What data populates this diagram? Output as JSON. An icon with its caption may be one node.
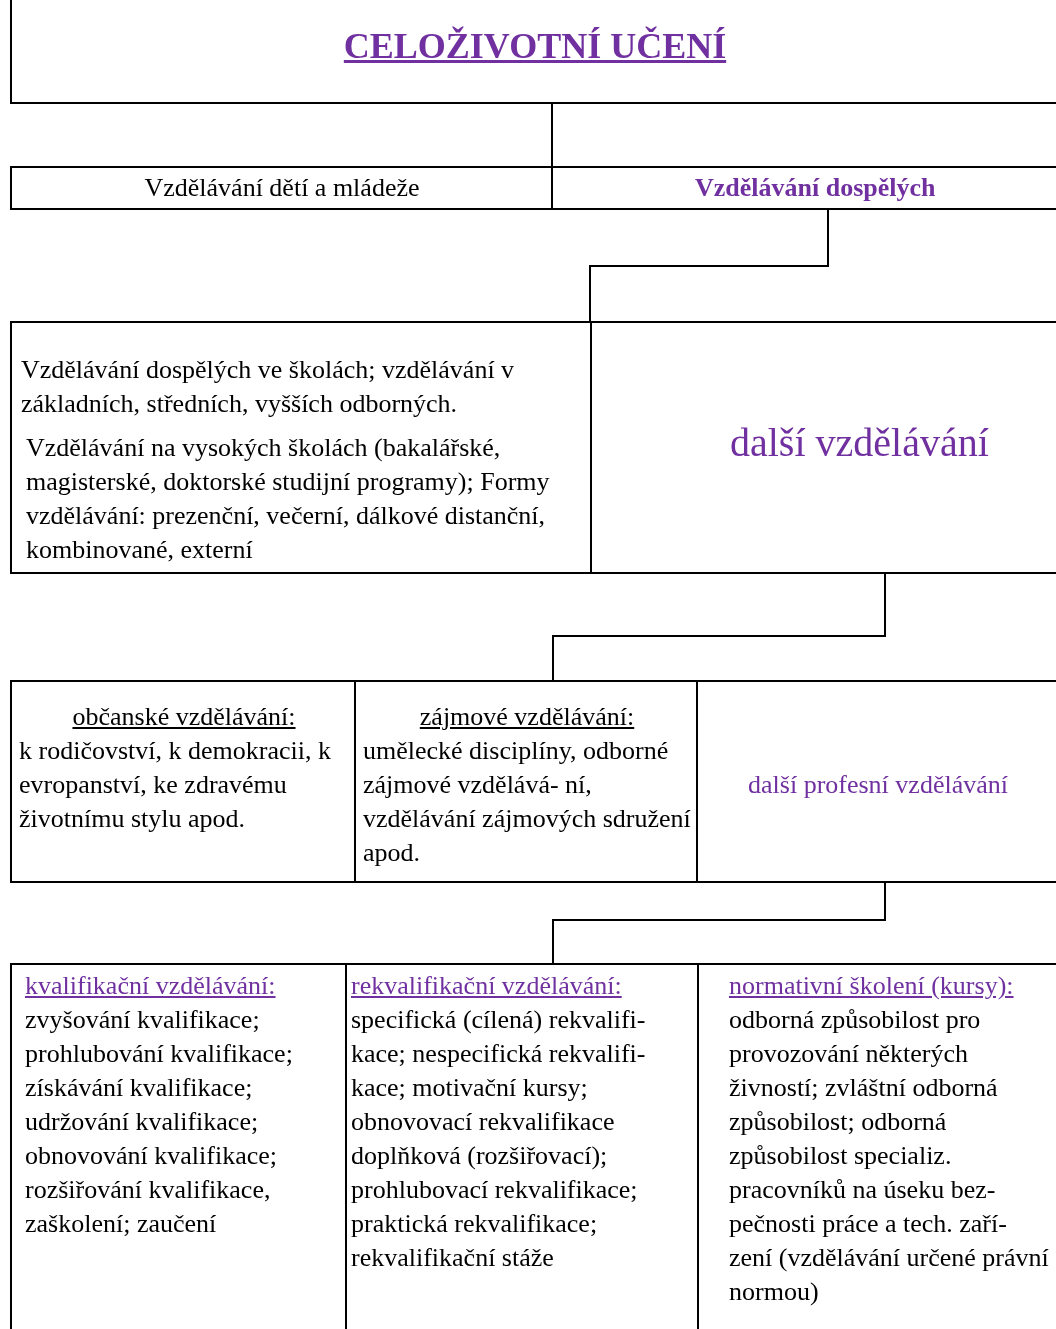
{
  "diagram": {
    "nodes": [
      {
        "text": [
          "CELOŽIVOTNÍ UČENÍ"
        ]
      },
      {
        "text": [
          "Vzdělávání dětí a mládeže"
        ]
      },
      {
        "text": [
          "Vzdělávání dospělých"
        ]
      },
      {
        "text": [
          "Vzdělávání dospělých ve školách; vzdělávání v základních, středních, vyšších odborných.",
          "Vzdělávání na vysokých školách (bakalářské, magisterské, doktorské studijní programy); Formy vzdělávání: prezenční, večerní, dálkové distanční, kombinované, externí"
        ]
      },
      {
        "text": [
          "další vzdělávání"
        ]
      },
      {
        "text": [
          "občanské vzdělávání:",
          "k rodičovství, k demokracii, k evropanství, ke zdravému životnímu stylu apod."
        ]
      },
      {
        "text": [
          "zájmové vzdělávání:",
          "umělecké disciplíny, odborné zájmové vzdělává- ní, vzdělávání zájmových sdružení apod."
        ]
      },
      {
        "text": [
          "další profesní vzdělávání"
        ]
      },
      {
        "text": [
          "kvalifikační vzdělávání:",
          "zvyšování kvalifikace; prohlubování kvalifikace; získávání kvalifikace; udržování kvalifikace; obnovování kvalifikace; rozšiřování kvalifikace, zaškolení; zaučení"
        ]
      },
      {
        "text": [
          "rekvalifikační vzdělávání:",
          "specifická (cílená) rekvalifi- kace; nespecifická rekvalifi- kace; motivační kursy; obnovovací rekvalifikace doplňková (rozšiřovací); prohlubovací rekvalifikace; praktická rekvalifikace; rekvalifikační stáže"
        ]
      },
      {
        "text": [
          "normativní školení (kursy):",
          "odborná způsobilost pro provozování některých živností; zvláštní odborná způsobilost; odborná způsobilost specializ. pracovníků na úseku bez- pečnosti práce a tech. zaří- zení (vzdělávání určené právní normou)"
        ]
      }
    ],
    "edges": [
      {
        "from": 0,
        "to": 1,
        "arrow": "none"
      },
      {
        "from": 0,
        "to": 2,
        "arrow": "none"
      },
      {
        "from": 2,
        "to": 3,
        "arrow": "none"
      },
      {
        "from": 2,
        "to": 4,
        "arrow": "none"
      },
      {
        "from": 4,
        "to": 6,
        "arrow": "none"
      },
      {
        "from": 7,
        "to": 9,
        "arrow": "none"
      }
    ]
  }
}
